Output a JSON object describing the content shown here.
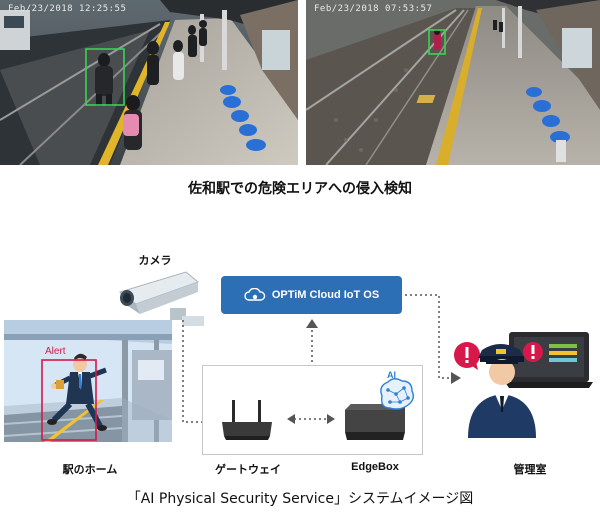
{
  "photos": {
    "left_timestamp": "Feb/23/2018  12:25:55",
    "right_timestamp": "Feb/23/2018  07:53:57"
  },
  "caption_top": "佐和駅での危険エリアへの侵入検知",
  "diagram": {
    "camera_label": "カメラ",
    "cloud_label": "OPTiM Cloud IoT OS",
    "alert_label": "Alert",
    "ai_badge": "AI",
    "platform_label": "駅のホーム",
    "gateway_label": "ゲートウェイ",
    "edgebox_label": "EdgeBox",
    "control_room_label": "管理室"
  },
  "caption_bottom": "「AI Physical Security Service」システムイメージ図",
  "colors": {
    "cloud_blue": "#2d6fb5",
    "alert_red": "#d6184a",
    "detect_green": "#39d353",
    "detect_pink": "#e83a8c",
    "seat_blue": "#2a6fd6",
    "ai_blue": "#2f7fd8"
  }
}
